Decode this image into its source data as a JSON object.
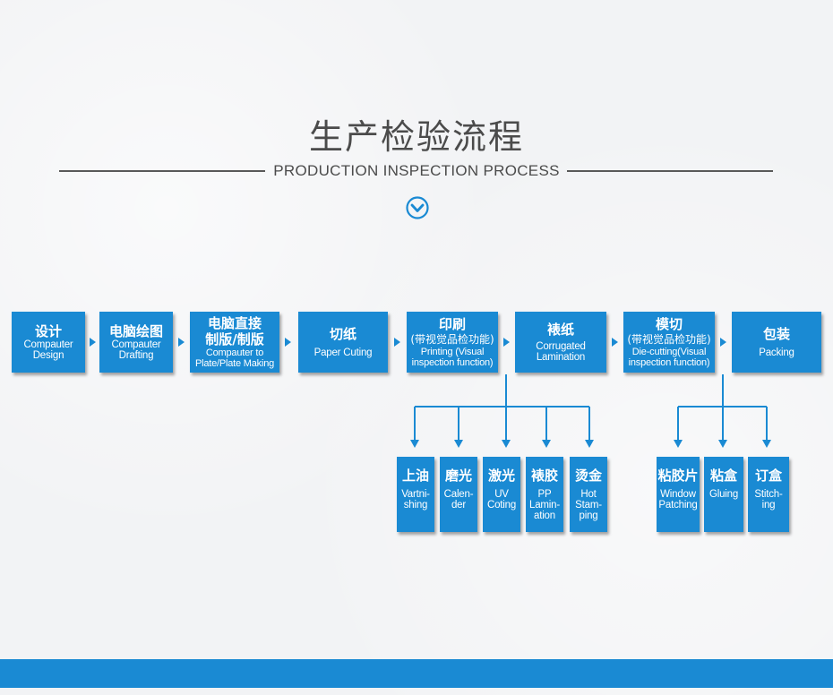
{
  "header": {
    "title": "生产检验流程",
    "subtitle": "PRODUCTION INSPECTION PROCESS",
    "badge_icon": "chevron-down-circle-icon"
  },
  "colors": {
    "primary": "#1a8ad3",
    "text": "#4b4b4b",
    "background": "#f2f3f5"
  },
  "main_steps": [
    {
      "cn": "设计",
      "en": "Compauter\nDesign"
    },
    {
      "cn": "电脑绘图",
      "en": "Compauter\nDrafting"
    },
    {
      "cn": "电脑直接\n制版/制版",
      "en": "Compauter to\nPlate/Plate Making"
    },
    {
      "cn": "切纸",
      "en": "Paper Cuting"
    },
    {
      "cn": "印刷",
      "cn2": "(带视觉品检功能)",
      "en": "Printing (Visual\ninspection function)"
    },
    {
      "cn": "裱纸",
      "en": "Corrugated\nLamination"
    },
    {
      "cn": "模切",
      "cn2": "(带视觉品检功能)",
      "en": "Die-cutting(Visual\ninspection function)"
    },
    {
      "cn": "包装",
      "en": "Packing"
    }
  ],
  "printing_substeps": [
    {
      "cn": "上油",
      "en": "Vartni-\nshing"
    },
    {
      "cn": "磨光",
      "en": "Calen-\nder"
    },
    {
      "cn": "激光",
      "en": "UV\nCoting"
    },
    {
      "cn": "裱胶",
      "en": "PP\nLamin-\nation"
    },
    {
      "cn": "烫金",
      "en": "Hot\nStam-\nping"
    }
  ],
  "diecut_substeps": [
    {
      "cn": "粘胶片",
      "en": "Window\nPatching"
    },
    {
      "cn": "粘盒",
      "en": "Gluing"
    },
    {
      "cn": "订盒",
      "en": "Stitch-\ning"
    }
  ]
}
